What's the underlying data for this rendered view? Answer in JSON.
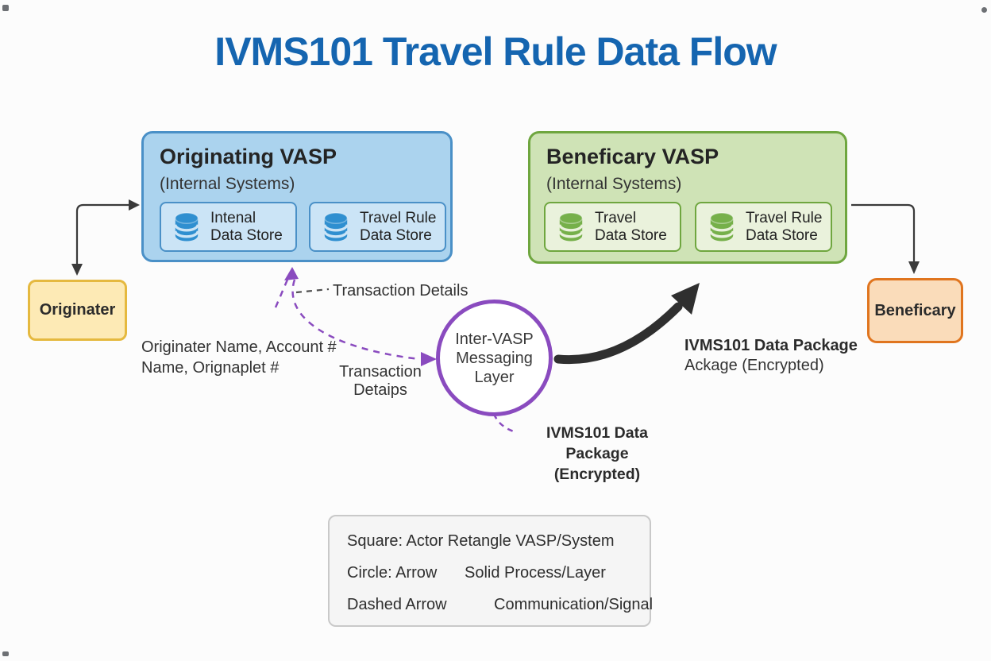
{
  "title": "IVMS101 Travel Rule Data Flow",
  "palette": {
    "title_blue": "#1565b0",
    "vasp_blue_fill": "#abd3ee",
    "vasp_blue_border": "#4a90c7",
    "store_blue_fill": "#cbe4f6",
    "database_blue": "#2f8fd0",
    "vasp_green_fill": "#cfe3b6",
    "vasp_green_border": "#6fa63f",
    "store_green_fill": "#eaf2dc",
    "database_green": "#76b04a",
    "originator_fill": "#fdeab5",
    "originator_border": "#e5b93f",
    "beneficiary_fill": "#fadcba",
    "beneficiary_border": "#e0751f",
    "circle_purple": "#8a4bbf",
    "arrow_black": "#2f2f2f",
    "legend_fill": "#f5f5f5"
  },
  "originating_vasp": {
    "title": "Originating VASP",
    "subtitle": "(Internal Systems)",
    "stores": [
      {
        "line1": "Intenal",
        "line2": "Data Store"
      },
      {
        "line1": "Travel Rule",
        "line2": "Data Store"
      }
    ]
  },
  "beneficiary_vasp": {
    "title": "Beneficary VASP",
    "subtitle": "(Internal Systems)",
    "stores": [
      {
        "line1": "Travel",
        "line2": "Data Store"
      },
      {
        "line1": "Travel Rule",
        "line2": "Data Store"
      }
    ]
  },
  "originator": {
    "label": "Originater"
  },
  "beneficiary": {
    "label": "Beneficary"
  },
  "messaging_layer": {
    "line1": "Inter-VASP",
    "line2": "Messaging",
    "line3": "Layer"
  },
  "labels": {
    "transaction_details": "Transaction Details",
    "originator_info_line1": "Originater Name, Account #",
    "originator_info_line2": "Name, Orignaplet #",
    "transaction_detaips_line1": "Transaction",
    "transaction_detaips_line2": "Detaips",
    "package_right_line1": "IVMS101 Data Package",
    "package_right_line2": "Ackage (Encrypted)",
    "package_bottom_line1": "IVMS101 Data Package",
    "package_bottom_line2": "(Encrypted)"
  },
  "legend": {
    "rows": [
      {
        "left": "Square: Actor",
        "right": "Retangle VASP/System"
      },
      {
        "left": "Circle: Arrow",
        "right": "Solid Process/Layer"
      },
      {
        "left": "Dashed Arrow",
        "right": "Communication/Signal"
      }
    ]
  }
}
